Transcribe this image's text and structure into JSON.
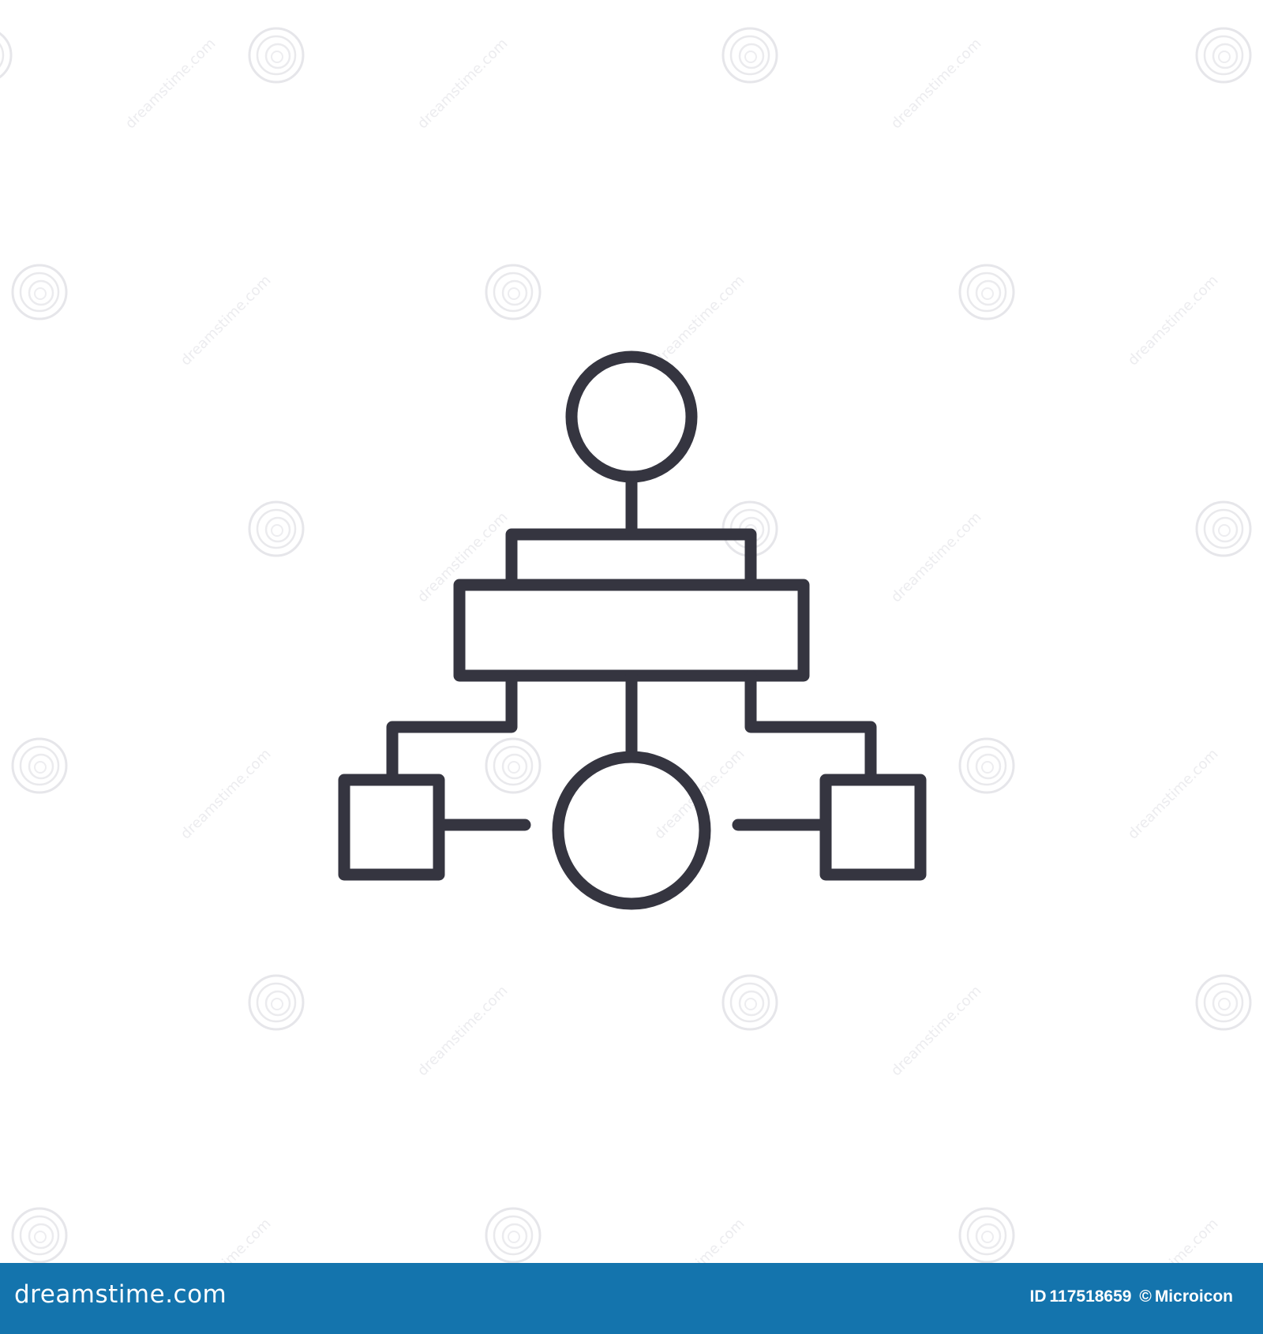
{
  "watermark": {
    "text": "dreamstime.com"
  },
  "footer": {
    "brand": "dreamstime.com",
    "image_id_label": "ID",
    "image_id": "117518659",
    "copyright_symbol": "©",
    "author": "Microicon"
  },
  "icon": {
    "name": "hierarchy-flowchart-icon",
    "stroke_color": "#353540"
  },
  "colors": {
    "footer_background": "#1474ad",
    "footer_text": "#ffffff",
    "watermark": "#e9e9ec"
  }
}
